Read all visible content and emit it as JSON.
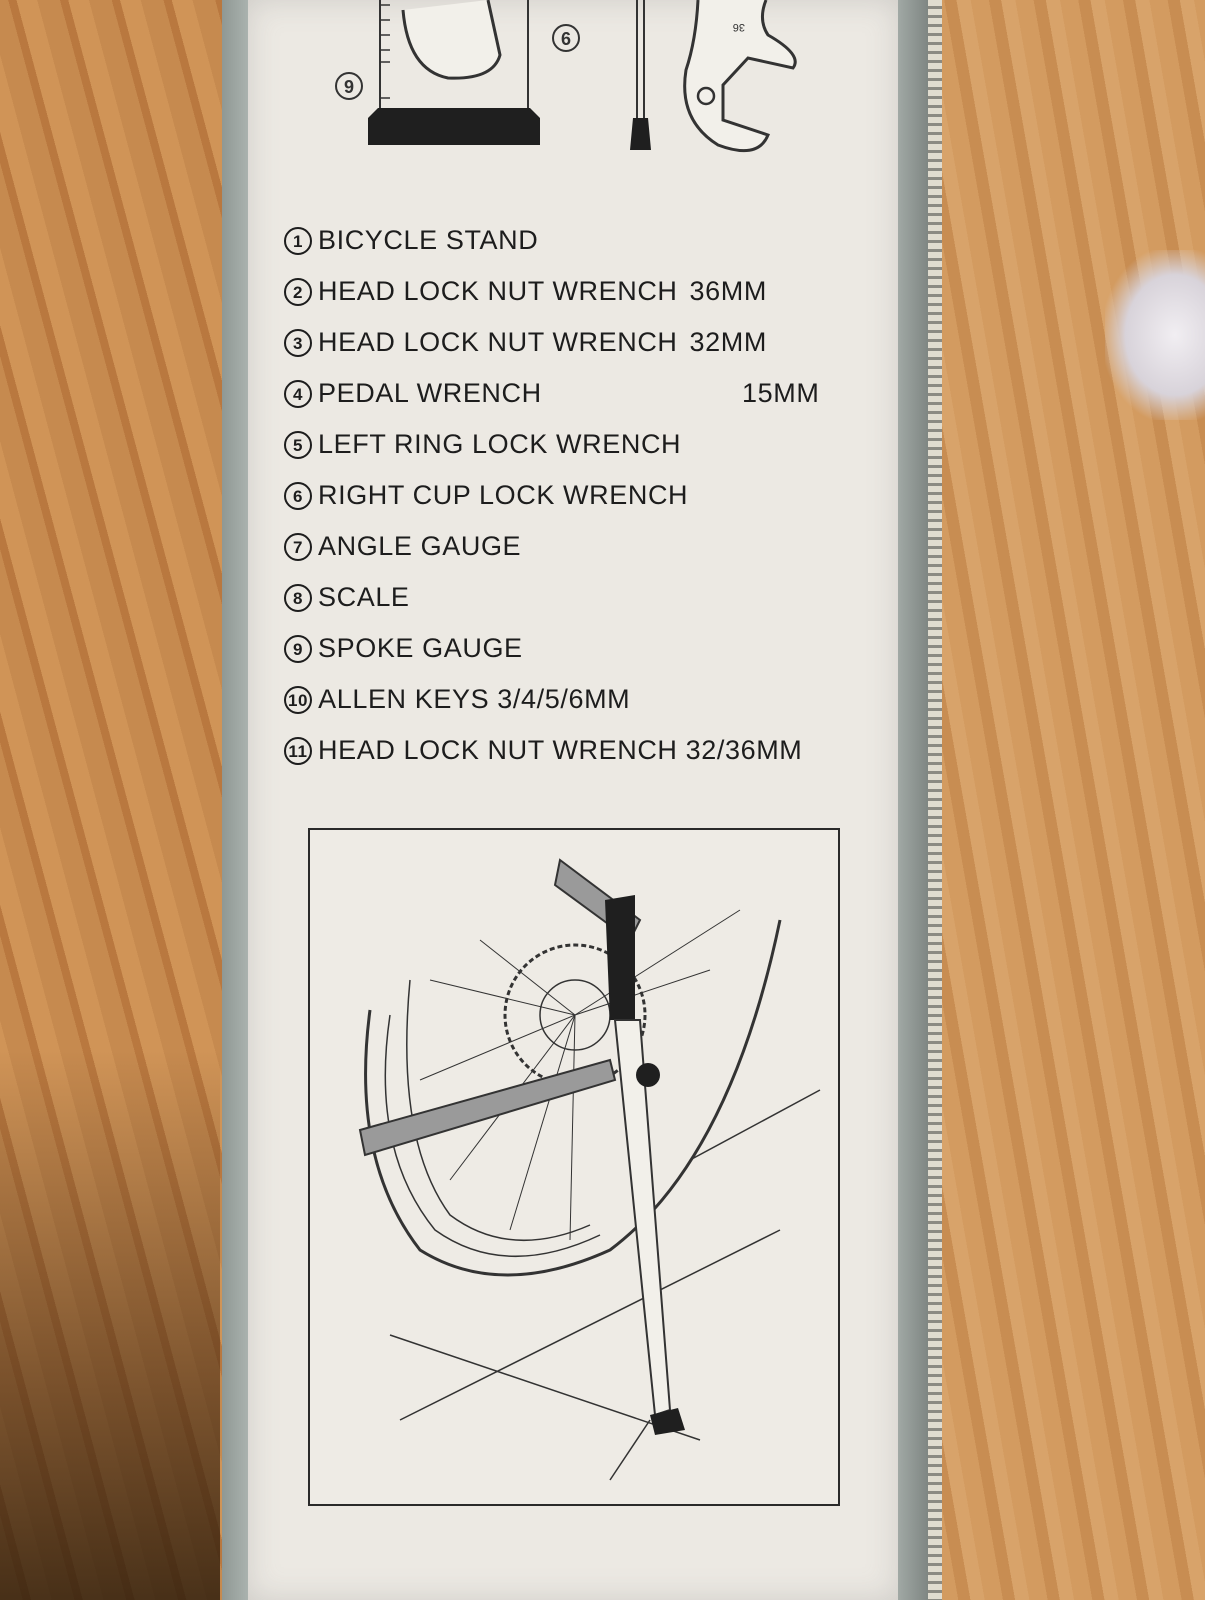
{
  "diagram_labels": {
    "top_left_callout": "9",
    "top_mid_callout": "6",
    "wrench_marking": "36"
  },
  "parts_list": [
    {
      "num": "1",
      "name": "BICYCLE STAND",
      "size": ""
    },
    {
      "num": "2",
      "name": "HEAD LOCK NUT WRENCH",
      "size": "36MM"
    },
    {
      "num": "3",
      "name": "HEAD LOCK NUT WRENCH",
      "size": "32MM"
    },
    {
      "num": "4",
      "name": "PEDAL WRENCH",
      "size": "15MM"
    },
    {
      "num": "5",
      "name": "LEFT RING LOCK WRENCH",
      "size": ""
    },
    {
      "num": "6",
      "name": "RIGHT CUP LOCK WRENCH",
      "size": ""
    },
    {
      "num": "7",
      "name": "ANGLE GAUGE",
      "size": ""
    },
    {
      "num": "8",
      "name": "SCALE",
      "size": ""
    },
    {
      "num": "9",
      "name": "SPOKE GAUGE",
      "size": ""
    },
    {
      "num": "10",
      "name": "ALLEN KEYS 3/4/5/6MM",
      "size": ""
    },
    {
      "num": "11",
      "name": "HEAD LOCK NUT WRENCH 32/36MM",
      "size": ""
    }
  ]
}
